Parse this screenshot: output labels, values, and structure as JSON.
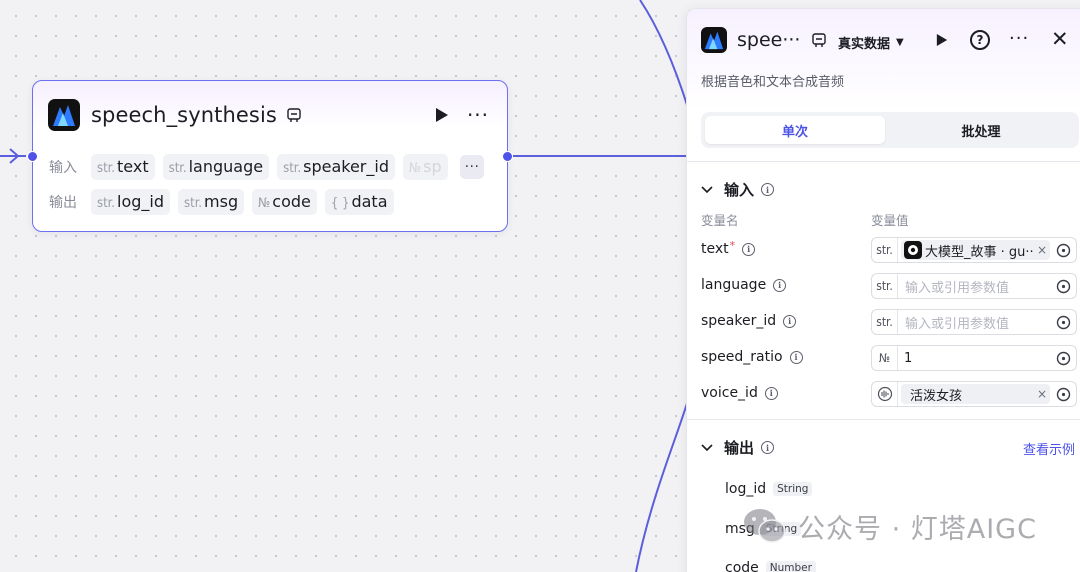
{
  "node": {
    "title": "speech_synthesis",
    "input_label": "输入",
    "output_label": "输出",
    "inputs": [
      {
        "type": "str.",
        "name": "text"
      },
      {
        "type": "str.",
        "name": "language"
      },
      {
        "type": "str.",
        "name": "speaker_id"
      },
      {
        "type": "№",
        "name": "sp"
      }
    ],
    "outputs": [
      {
        "type": "str.",
        "name": "log_id"
      },
      {
        "type": "str.",
        "name": "msg"
      },
      {
        "type": "№",
        "name": "code"
      },
      {
        "type": "{ }",
        "name": "data"
      }
    ],
    "more_inputs": "···"
  },
  "panel": {
    "title": "spee···",
    "mode": "真实数据",
    "description": "根据音色和文本合成音频",
    "tabs": [
      "单次",
      "批处理"
    ],
    "input_section": "输入",
    "col_name": "变量名",
    "col_value": "变量值",
    "required_mark": "*",
    "params": [
      {
        "name": "text",
        "type": "str.",
        "ref": "大模型_故事 · gu···"
      },
      {
        "name": "language",
        "type": "str.",
        "placeholder": "输入或引用参数值"
      },
      {
        "name": "speaker_id",
        "type": "str.",
        "placeholder": "输入或引用参数值"
      },
      {
        "name": "speed_ratio",
        "type": "№",
        "value": "1"
      },
      {
        "name": "voice_id",
        "ref": "活泼女孩"
      }
    ],
    "output_section": "输出",
    "view_example": "查看示例",
    "outputs": [
      {
        "name": "log_id",
        "type": "String"
      },
      {
        "name": "msg",
        "type": "String"
      },
      {
        "name": "code",
        "type": "Number"
      }
    ]
  },
  "watermark": "公众号 · 灯塔AIGC",
  "colors": {
    "accent": "#4d53e8",
    "edge": "#5b5fdc",
    "required": "#e5484d"
  },
  "icons": [
    "speech-app-icon",
    "play-icon",
    "more-icon",
    "help-icon",
    "close-icon",
    "chevron-down-icon",
    "info-icon",
    "target-icon",
    "voice-icon",
    "wechat-icon"
  ]
}
